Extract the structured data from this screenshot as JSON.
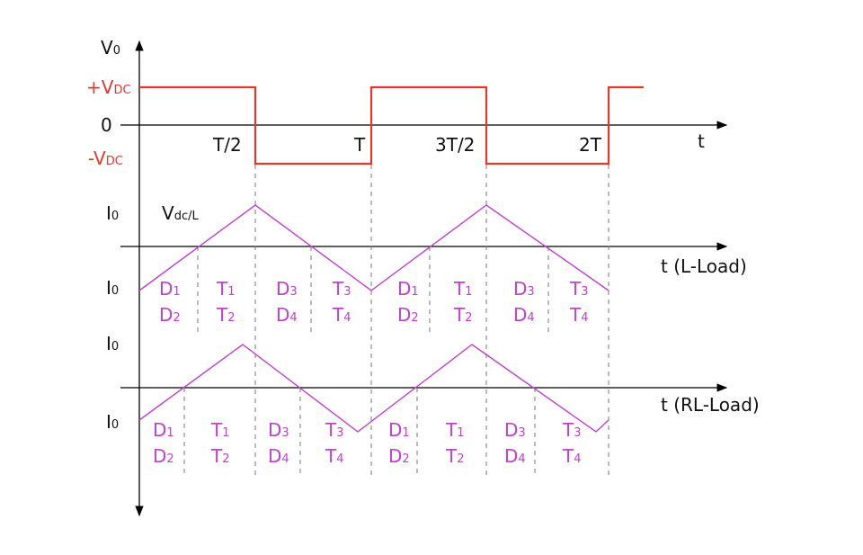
{
  "colors": {
    "axis": "#000000",
    "voltage": "#e03a2f",
    "current": "#c23fd0",
    "devices": "#c23fd0",
    "dashes": "#777777"
  },
  "voltage_axis": {
    "label_main": "V",
    "label_sub": "0",
    "pos_level": {
      "prefix": "+V",
      "sub": "DC"
    },
    "zero_level": "0",
    "neg_level": {
      "prefix": "-V",
      "sub": "DC"
    },
    "t_axis_label": "t",
    "time_labels": [
      "T/2",
      "T",
      "3T/2",
      "2T"
    ]
  },
  "l_load": {
    "current_top_label": {
      "main": "I",
      "sub": "0"
    },
    "current_bottom_label": {
      "main": "I",
      "sub": "0"
    },
    "slope_label": {
      "main": "V",
      "sub": "dc/L"
    },
    "t_axis_label": "t (L-Load)",
    "devices_row1": [
      {
        "main": "D",
        "sub": "1"
      },
      {
        "main": "T",
        "sub": "1"
      },
      {
        "main": "D",
        "sub": "3"
      },
      {
        "main": "T",
        "sub": "3"
      },
      {
        "main": "D",
        "sub": "1"
      },
      {
        "main": "T",
        "sub": "1"
      },
      {
        "main": "D",
        "sub": "3"
      },
      {
        "main": "T",
        "sub": "3"
      }
    ],
    "devices_row2": [
      {
        "main": "D",
        "sub": "2"
      },
      {
        "main": "T",
        "sub": "2"
      },
      {
        "main": "D",
        "sub": "4"
      },
      {
        "main": "T",
        "sub": "4"
      },
      {
        "main": "D",
        "sub": "2"
      },
      {
        "main": "T",
        "sub": "2"
      },
      {
        "main": "D",
        "sub": "4"
      },
      {
        "main": "T",
        "sub": "4"
      }
    ]
  },
  "rl_load": {
    "current_top_label": {
      "main": "I",
      "sub": "0"
    },
    "current_bottom_label": {
      "main": "I",
      "sub": "0"
    },
    "t_axis_label": "t (RL-Load)",
    "devices_row1": [
      {
        "main": "D",
        "sub": "1"
      },
      {
        "main": "T",
        "sub": "1"
      },
      {
        "main": "D",
        "sub": "3"
      },
      {
        "main": "T",
        "sub": "3"
      },
      {
        "main": "D",
        "sub": "1"
      },
      {
        "main": "T",
        "sub": "1"
      },
      {
        "main": "D",
        "sub": "3"
      },
      {
        "main": "T",
        "sub": "3"
      }
    ],
    "devices_row2": [
      {
        "main": "D",
        "sub": "2"
      },
      {
        "main": "T",
        "sub": "2"
      },
      {
        "main": "D",
        "sub": "4"
      },
      {
        "main": "T",
        "sub": "4"
      },
      {
        "main": "D",
        "sub": "2"
      },
      {
        "main": "T",
        "sub": "2"
      },
      {
        "main": "D",
        "sub": "4"
      },
      {
        "main": "T",
        "sub": "4"
      }
    ]
  }
}
